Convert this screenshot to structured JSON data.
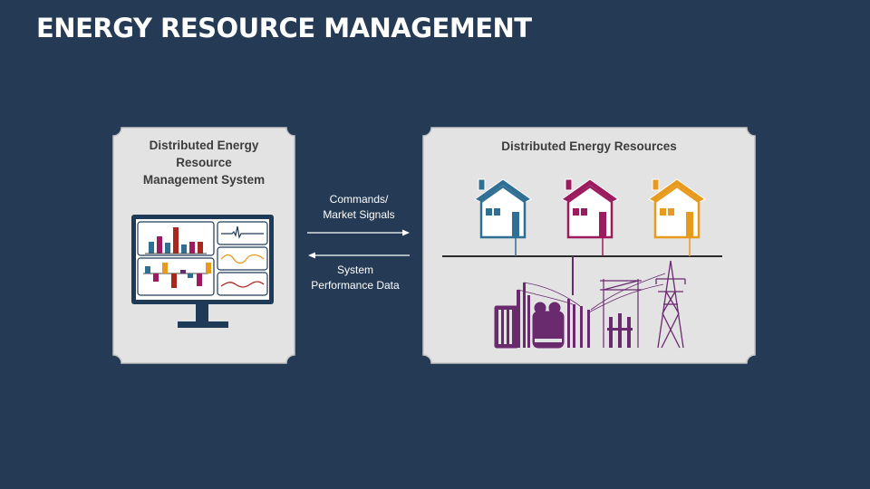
{
  "title": "ENERGY RESOURCE MANAGEMENT",
  "colors": {
    "background": "#253a54",
    "panel": "#e3e3e3",
    "panel_border": "#c4c4c4",
    "monitor": "#1f3a57",
    "teal": "#2f6f93",
    "magenta": "#9b1b5e",
    "orange": "#e89a1c",
    "red": "#a8281e",
    "purple": "#6a2a6e"
  },
  "left_panel": {
    "heading_lines": [
      "Distributed Energy",
      "Resource",
      "Management System"
    ],
    "icon": "monitor-dashboard-icon"
  },
  "right_panel": {
    "heading": "Distributed Energy Resources",
    "icons": [
      "house-teal-icon",
      "house-magenta-icon",
      "house-orange-icon",
      "substation-grid-icon"
    ]
  },
  "commands": {
    "lines": [
      "Commands/",
      "Market Signals"
    ],
    "direction": "right"
  },
  "performance": {
    "lines": [
      "System",
      "Performance Data"
    ],
    "direction": "left"
  }
}
